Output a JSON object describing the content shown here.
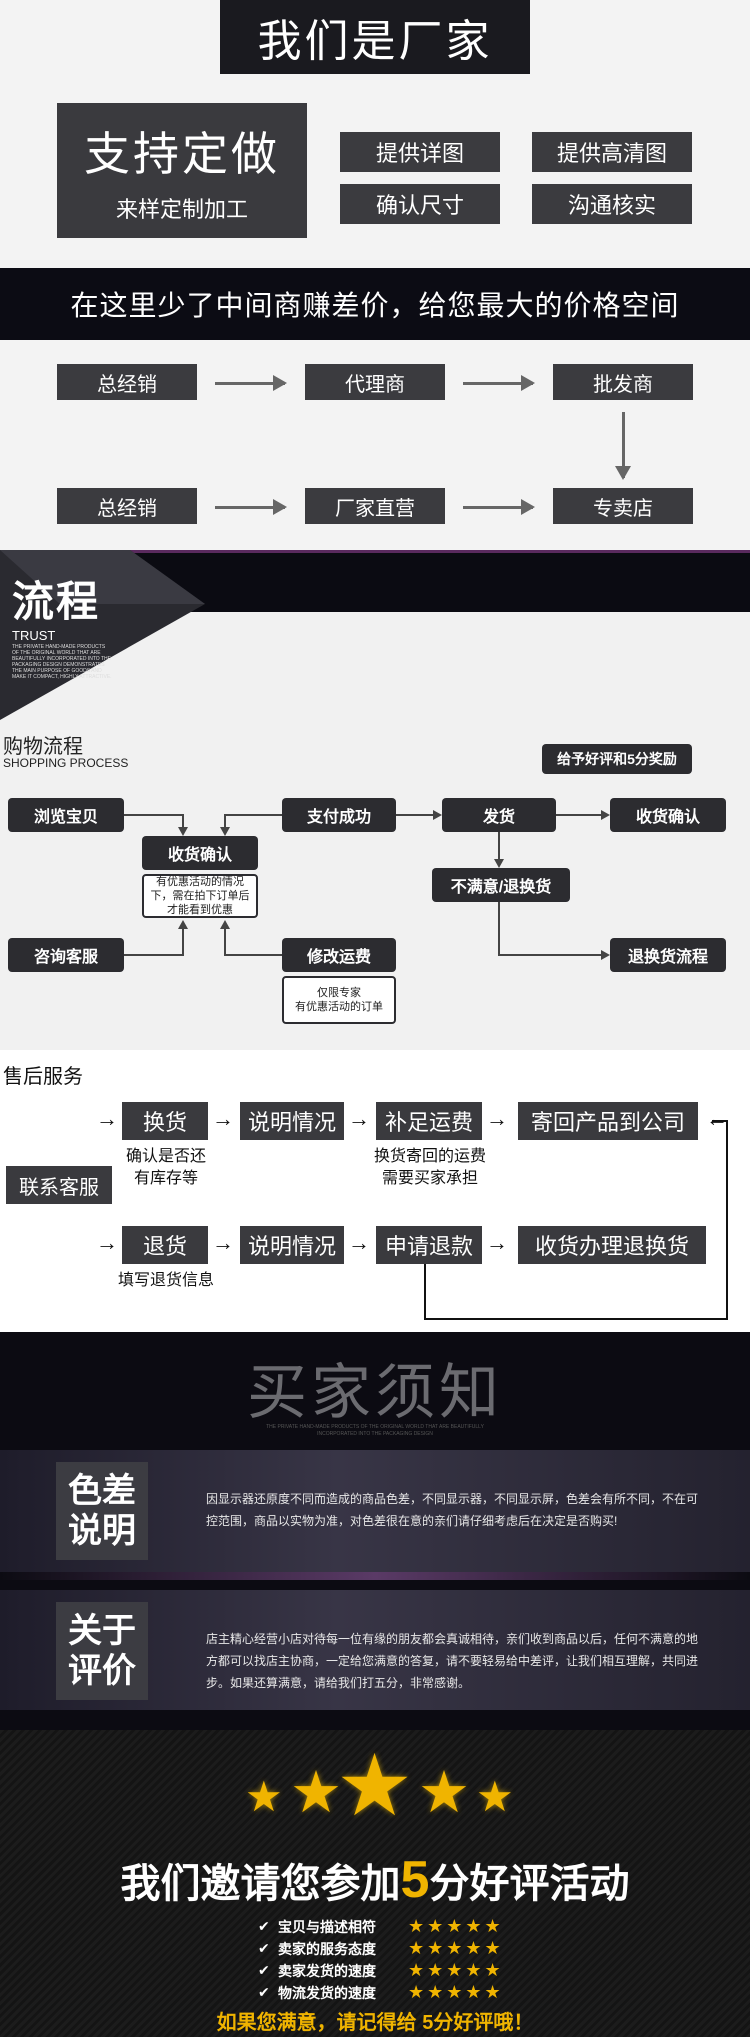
{
  "header": {
    "title": "我们是厂家"
  },
  "custom": {
    "main_title": "支持定做",
    "main_sub": "来样定制加工",
    "tags": [
      "提供详图",
      "提供高清图",
      "确认尺寸",
      "沟通核实"
    ]
  },
  "banner": {
    "text": "在这里少了中间商赚差价，给您最大的价格空间"
  },
  "chain": {
    "row1": [
      "总经销",
      "代理商",
      "批发商"
    ],
    "row2": [
      "总经销",
      "厂家直营",
      "专卖店"
    ]
  },
  "flow": {
    "title": "流程",
    "trust": "TRUST",
    "trust_fine": "THE PRIVATE HAND-MADE PRODUCTS OF THE ORIGINAL WORLD THAT ARE BEAUTIFULLY INCORPORATED INTO THE PACKAGING DESIGN DEMONSTRATES THE MAIN PURPOSE OF GOODS AND MAKE IT COMPACT, HIGHLY ATTRACTIVE.",
    "shopping_title": "购物流程",
    "shopping_en": "SHOPPING PROCESS",
    "reward": "给予好评和5分奖励",
    "browse": "浏览宝贝",
    "pay_success": "支付成功",
    "ship": "发货",
    "confirm_receipt": "收货确认",
    "receipt": "收货确认",
    "receipt_note": "有优惠活动的情况下，需在拍下订单后才能看到优惠",
    "unsatisfied": "不满意/退换货",
    "consult": "咨询客服",
    "modify_fee": "修改运费",
    "modify_note_1": "仅限专家",
    "modify_note_2": "有优惠活动的订单",
    "return_flow": "退换货流程"
  },
  "after_sale": {
    "title": "售后服务",
    "contact": "联系客服",
    "exchange": "换货",
    "exchange_note_1": "确认是否还",
    "exchange_note_2": "有库存等",
    "explain1": "说明情况",
    "add_fee": "补足运费",
    "add_fee_note_1": "换货寄回的运费",
    "add_fee_note_2": "需要买家承担",
    "send_back": "寄回产品到公司",
    "refund": "退货",
    "refund_note": "填写退货信息",
    "explain2": "说明情况",
    "apply_refund": "申请退款",
    "receive": "收货办理退换货"
  },
  "notice": {
    "title": "买家须知",
    "title_fine": "THE PRIVATE HAND-MADE PRODUCTS OF THE ORIGINAL WORLD THAT ARE BEAUTIFULLY INCORPORATED INTO THE PACKAGING DESIGN",
    "color_badge_1": "色差",
    "color_badge_2": "说明",
    "color_text": "因显示器还原度不同而造成的商品色差，不同显示器，不同显示屏，色差会有所不同，不在可控范围，商品以实物为准，对色差很在意的亲们请仔细考虑后在决定是否购买!",
    "eval_badge_1": "关于",
    "eval_badge_2": "评价",
    "eval_text": "店主精心经营小店对待每一位有缘的朋友都会真诚相待，亲们收到商品以后，任何不满意的地方都可以找店主协商，一定给您满意的答复，请不要轻易给中差评，让我们相互理解，共同进步。如果还算满意，请给我们打五分，非常感谢。"
  },
  "rating": {
    "headline_pre": "我们邀请您参加",
    "headline_num": "5",
    "headline_post": "分好评活动",
    "items": [
      "宝贝与描述相符",
      "卖家的服务态度",
      "卖家发货的速度",
      "物流发货的速度"
    ],
    "stars_per_item": 5,
    "footer": "如果您满意，请记得给 5分好评哦！"
  }
}
